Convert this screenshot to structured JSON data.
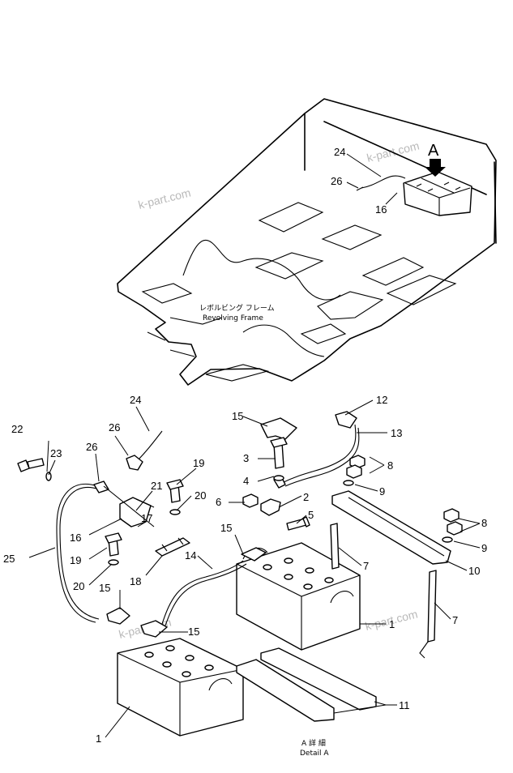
{
  "watermarks": [
    "k-part.com",
    "k-part.com",
    "k-part.com",
    "k-part.com"
  ],
  "frame": {
    "label_jp": "レボルビング フレーム",
    "label_en": "Revolving Frame",
    "detail_marker": "A"
  },
  "detail": {
    "label_jp": "A 詳 細",
    "label_en": "Detail A"
  },
  "callouts": {
    "top_24": "24",
    "top_26": "26",
    "top_16": "16",
    "c1a": "1",
    "c1b": "1",
    "c2": "2",
    "c3": "3",
    "c4": "4",
    "c5": "5",
    "c6": "6",
    "c7a": "7",
    "c7b": "7",
    "c8a": "8",
    "c8b": "8",
    "c9a": "9",
    "c9b": "9",
    "c10": "10",
    "c11": "11",
    "c12": "12",
    "c13": "13",
    "c14": "14",
    "c15a": "15",
    "c15b": "15",
    "c15c": "15",
    "c15d": "15",
    "c16": "16",
    "c17": "17",
    "c18": "18",
    "c19a": "19",
    "c19b": "19",
    "c20a": "20",
    "c20b": "20",
    "c21": "21",
    "c22": "22",
    "c23": "23",
    "c24": "24",
    "c25": "25",
    "c26": "26"
  }
}
